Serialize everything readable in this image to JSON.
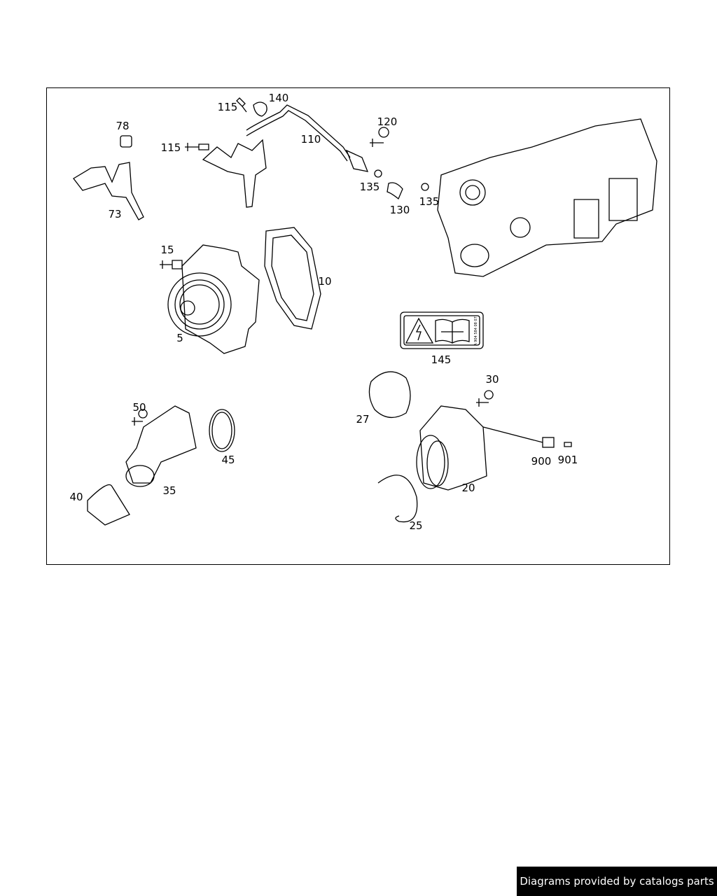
{
  "diagram": {
    "callouts": [
      "115",
      "140",
      "78",
      "115",
      "110",
      "120",
      "73",
      "135",
      "130",
      "135",
      "15",
      "10",
      "5",
      "145",
      "30",
      "27",
      "50",
      "45",
      "900",
      "901",
      "40",
      "35",
      "20",
      "25"
    ],
    "sticker_code": "A 904 584 08 07"
  },
  "footer": {
    "text": "Diagrams provided by catalogs parts"
  }
}
